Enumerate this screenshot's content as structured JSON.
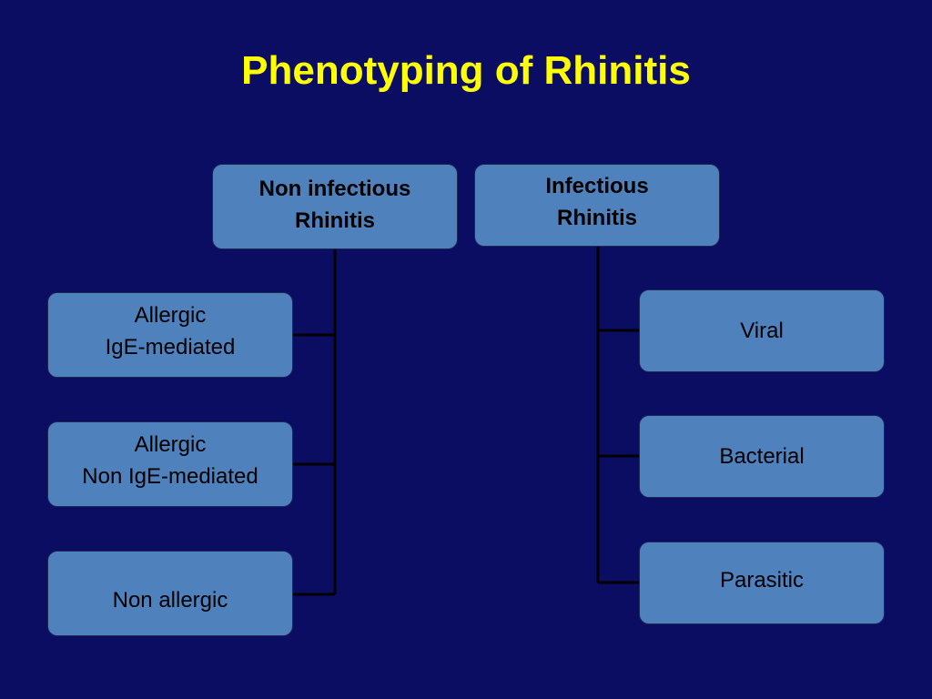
{
  "slide": {
    "title": "Phenotyping of Rhinitis"
  },
  "colors": {
    "background": "#0b0d63",
    "title": "#ffff00",
    "box_fill": "#4f81bd",
    "box_border": "#1b2a55",
    "connector": "#000000"
  },
  "categories": {
    "non_infectious": {
      "label": "Non infectious\nRhinitis",
      "children": [
        {
          "label": "Allergic\nIgE-mediated"
        },
        {
          "label": "Allergic\nNon IgE-mediated"
        },
        {
          "label": "Non allergic"
        }
      ]
    },
    "infectious": {
      "label": "Infectious\nRhinitis",
      "children": [
        {
          "label": "Viral"
        },
        {
          "label": "Bacterial"
        },
        {
          "label": "Parasitic"
        }
      ]
    }
  }
}
